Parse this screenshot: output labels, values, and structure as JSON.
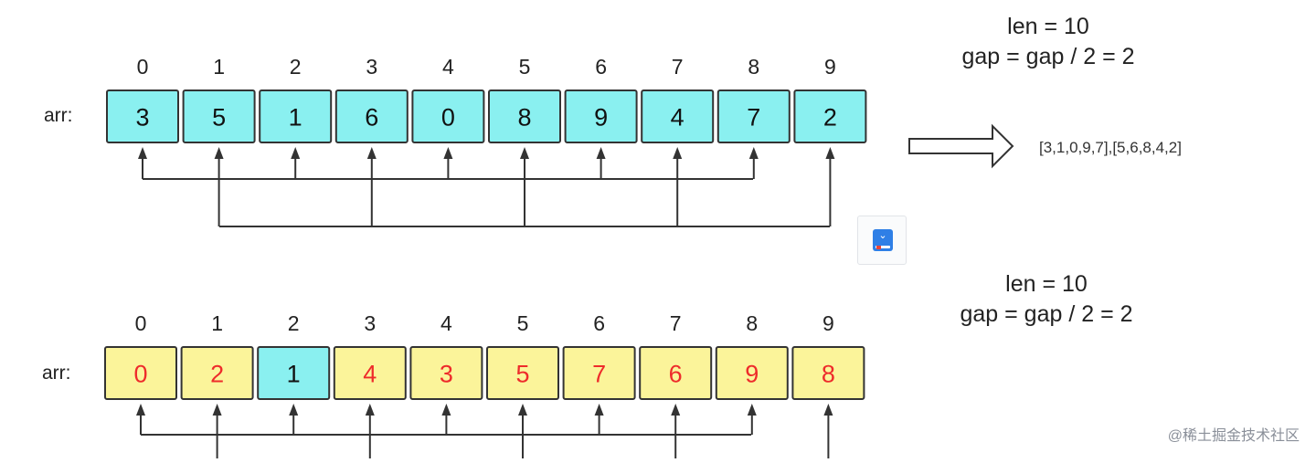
{
  "colors": {
    "cyan": "#8af0f0",
    "yellow": "#fbf49a",
    "red_text": "#ee2b2b",
    "dark_text": "#111111",
    "border": "#333333"
  },
  "top": {
    "indices": [
      "0",
      "1",
      "2",
      "3",
      "4",
      "5",
      "6",
      "7",
      "8",
      "9"
    ],
    "arr_label": "arr:",
    "values": [
      "3",
      "5",
      "1",
      "6",
      "0",
      "8",
      "9",
      "4",
      "7",
      "2"
    ],
    "fills": [
      "cyan",
      "cyan",
      "cyan",
      "cyan",
      "cyan",
      "cyan",
      "cyan",
      "cyan",
      "cyan",
      "cyan"
    ],
    "text_colors": [
      "dark",
      "dark",
      "dark",
      "dark",
      "dark",
      "dark",
      "dark",
      "dark",
      "dark",
      "dark"
    ],
    "len_text": "len = 10",
    "gap_text": "gap = gap / 2 = 2",
    "groups_text": "[3,1,0,9,7],[5,6,8,4,2]"
  },
  "bottom": {
    "indices": [
      "0",
      "1",
      "2",
      "3",
      "4",
      "5",
      "6",
      "7",
      "8",
      "9"
    ],
    "arr_label": "arr:",
    "values": [
      "0",
      "2",
      "1",
      "4",
      "3",
      "5",
      "7",
      "6",
      "9",
      "8"
    ],
    "fills": [
      "yellow",
      "yellow",
      "cyan",
      "yellow",
      "yellow",
      "yellow",
      "yellow",
      "yellow",
      "yellow",
      "yellow"
    ],
    "text_colors": [
      "red",
      "red",
      "dark",
      "red",
      "red",
      "red",
      "red",
      "red",
      "red",
      "red"
    ],
    "len_text": "len = 10",
    "gap_text": "gap = gap / 2 = 2"
  },
  "floating_button": {
    "icon": "book-icon"
  },
  "watermark": "@稀土掘金技术社区"
}
